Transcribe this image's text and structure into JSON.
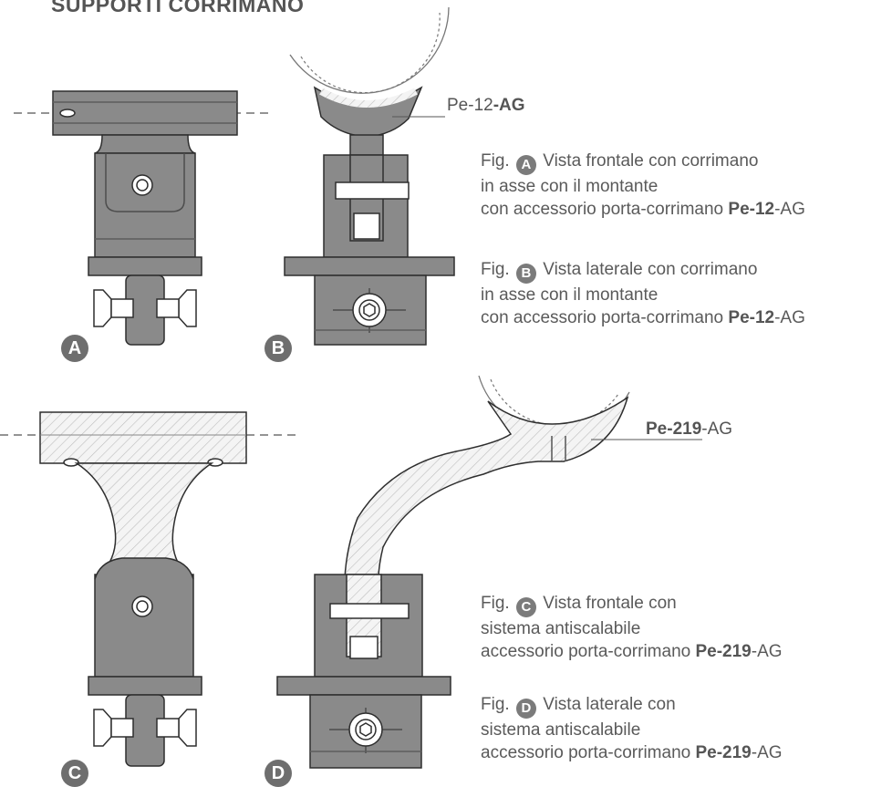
{
  "title": "SUPPORTI CORRIMANO",
  "figure_letters": [
    "A",
    "B",
    "C",
    "D"
  ],
  "callouts": {
    "top": {
      "prefix": "Pe-12",
      "suffix": "-AG"
    },
    "bottom": {
      "prefix": "Pe-219",
      "suffix": "-AG"
    }
  },
  "captions": [
    {
      "fig": "Fig.",
      "letter": "A",
      "line1": "Vista frontale con corrimano",
      "line2": "in asse con il montante",
      "line3": "con accessorio porta-corrimano",
      "code_bold": "Pe-12",
      "code_rest": "-AG"
    },
    {
      "fig": "Fig.",
      "letter": "B",
      "line1": "Vista laterale con corrimano",
      "line2": "in asse con il montante",
      "line3": "con accessorio porta-corrimano",
      "code_bold": "Pe-12",
      "code_rest": "-AG"
    },
    {
      "fig": "Fig.",
      "letter": "C",
      "line1": "Vista frontale con",
      "line2": "sistema antiscalabile",
      "line3": "accessorio porta-corrimano",
      "code_bold": "Pe-219",
      "code_rest": "-AG"
    },
    {
      "fig": "Fig.",
      "letter": "D",
      "line1": "Vista laterale con",
      "line2": "sistema antiscalabile",
      "line3": "accessorio porta-corrimano",
      "code_bold": "Pe-219",
      "code_rest": "-AG"
    }
  ],
  "colors": {
    "metal": "#8a8a8a",
    "metal_dark": "#6f6f6f",
    "outline": "#2e2e2e",
    "hatch": "#cfcfcf"
  }
}
